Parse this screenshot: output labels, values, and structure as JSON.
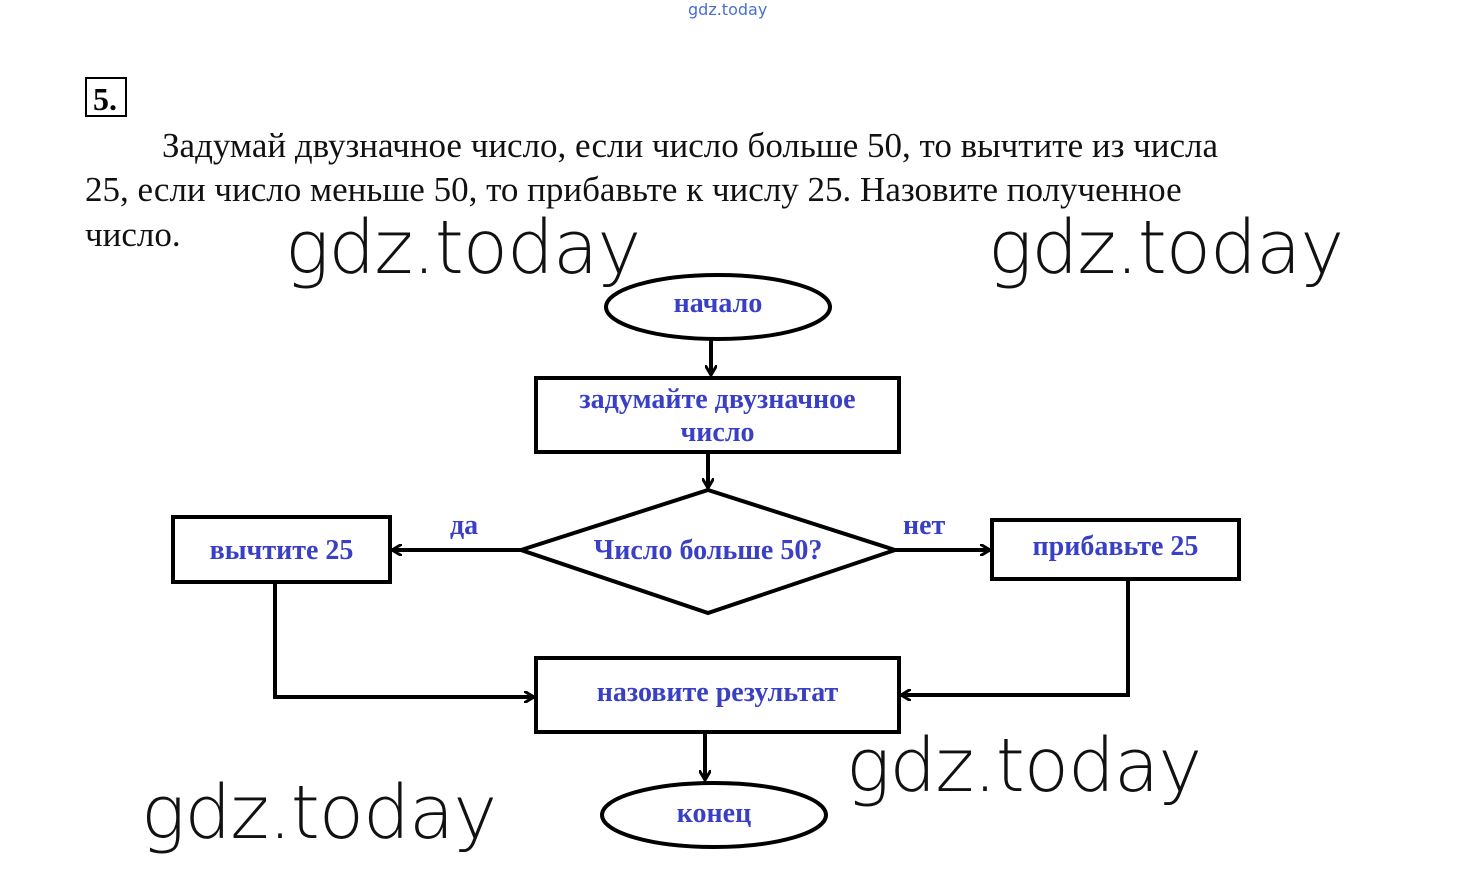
{
  "watermark_small": "gdz.today",
  "watermark": "gdz.today",
  "task": {
    "number": "5.",
    "lines": [
      "Задумай двузначное число, если число больше 50, то вычтите из числа",
      "25, если число меньше 50, то прибавьте к числу 25. Назовите полученное",
      "число."
    ]
  },
  "flowchart": {
    "start": "начало",
    "step1_line1": "задумайте двузначное",
    "step1_line2": "число",
    "condition": "Число больше 50?",
    "yes_label": "да",
    "no_label": "нет",
    "yes_action": "вычтите 25",
    "no_action": "прибавьте 25",
    "result": "назовите результат",
    "end": "конец"
  },
  "colors": {
    "flow_text": "#3a40c4",
    "lines": "#000000"
  }
}
